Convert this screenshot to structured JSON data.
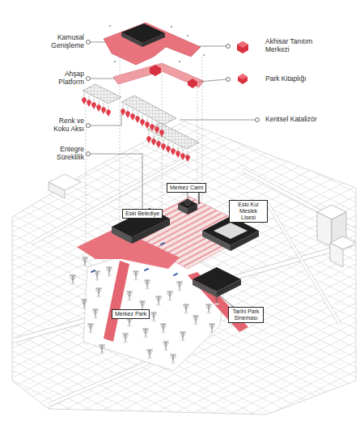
{
  "diagram": {
    "nodes": [
      {
        "text": [
          "Merkez Cami"
        ]
      },
      {
        "text": [
          "Eski Belediye"
        ]
      },
      {
        "text": [
          "Eski Kız Meslek Lisesi"
        ]
      },
      {
        "text": [
          "Merkez Park"
        ]
      },
      {
        "text": [
          "Tarihi Park Sineması"
        ]
      }
    ],
    "labels": [
      "Kamusal Genişleme",
      "Akhisar Tanıtım Merkezi",
      "Ahşap Platform",
      "Park Kitaplığı",
      "Renk ve Koku Aksı",
      "Kentsel Katalizör",
      "Entegre Süreklilik"
    ]
  }
}
